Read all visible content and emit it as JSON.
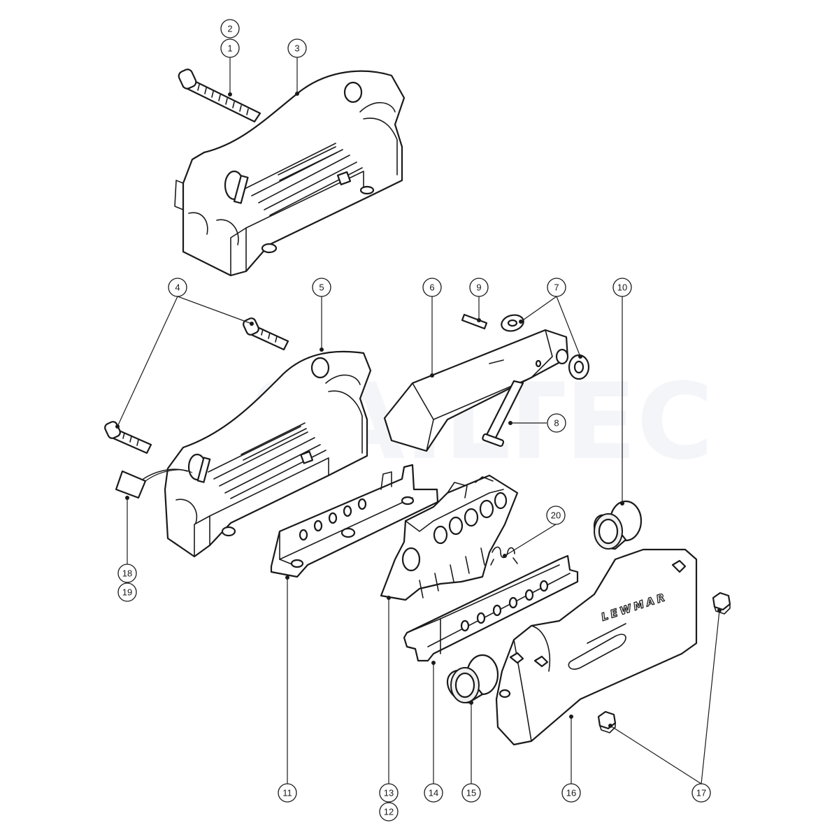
{
  "watermark": "SAILTEC",
  "brand_label": "LEWMAR",
  "callouts": {
    "c1": "1",
    "c2": "2",
    "c3": "3",
    "c4": "4",
    "c5": "5",
    "c6": "6",
    "c7": "7",
    "c8": "8",
    "c9": "9",
    "c10": "10",
    "c11": "11",
    "c12": "12",
    "c13": "13",
    "c14": "14",
    "c15": "15",
    "c16": "16",
    "c17": "17",
    "c18": "18",
    "c19": "19",
    "c20": "20"
  }
}
